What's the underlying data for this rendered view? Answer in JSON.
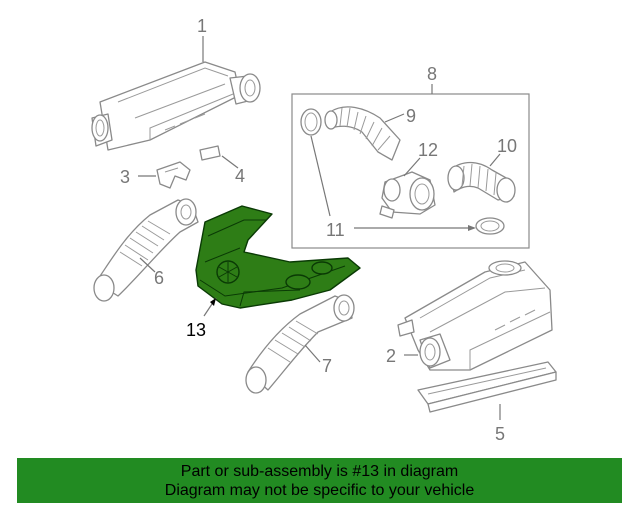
{
  "callouts": {
    "c1": "1",
    "c2": "2",
    "c3": "3",
    "c4": "4",
    "c5": "5",
    "c6": "6",
    "c7": "7",
    "c8": "8",
    "c9": "9",
    "c10": "10",
    "c11": "11",
    "c12": "12",
    "c13": "13"
  },
  "highlight_color": "#2e7d16",
  "banner": {
    "line1": "Part or sub-assembly is #13 in diagram",
    "line2": "Diagram may not be specific to your vehicle",
    "background": "#228b22"
  }
}
